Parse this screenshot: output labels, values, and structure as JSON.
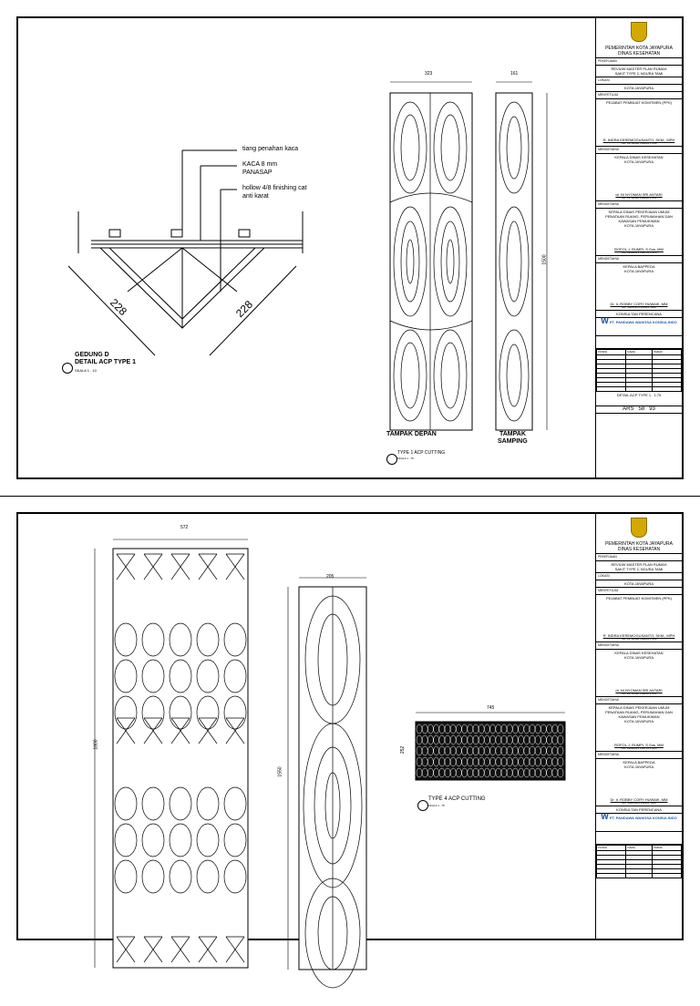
{
  "sheet1": {
    "detail_labels": {
      "label1": "tiang penahan kaca",
      "label2a": "KACA 8 mm",
      "label2b": "PANASAP",
      "label3a": "hollow 4/8 finishing cat",
      "label3b": "anti karat",
      "dim_left": "228",
      "dim_right": "228"
    },
    "detail_title": "GEDUNG D",
    "detail_subtitle": "DETAIL ACP TYPE 1",
    "detail_scale": "SKALA 1 : 10",
    "front_width": "323",
    "side_width": "161",
    "height_dim": "1500",
    "front_caption": "TAMPAK DEPAN",
    "side_caption_a": "TAMPAK",
    "side_caption_b": "SAMPING",
    "acp_title": "TYPE 1 ACP CUTTING",
    "acp_scale": "SKALA 1 : 75"
  },
  "sheet2": {
    "panel1_width": "572",
    "panel1_height": "1800",
    "panel2_width": "205",
    "panel2_height": "1550",
    "panel3_width": "745",
    "panel3_height": "252",
    "acp_title": "TYPE 4 ACP CUTTING",
    "acp_scale": "SKALA 1 : 75"
  },
  "titleblock": {
    "org1": "PEMERINTAH KOTA JAYAPURA",
    "org2": "DINAS KESEHATAN",
    "pekerjaan_label": "PEKERJAAN",
    "project1": "REVIUW MASTER PLAN RUMAH",
    "project2": "SAKIT TYPE C NGURA TAMI",
    "lokasi_label": "LOKASI",
    "lokasi": "KOTA JAYAPURA",
    "sign1_label": "MENYETUJUI",
    "sign1_role": "PEJABAT PEMBUAT KOMITMEN (PPK)",
    "sign1_name": "R. INDRA KEREMOGUSANTO, SKM., MPH",
    "sign1_nip": "NIP. 19740906 199803 1 009",
    "sign2_label": "MENGETAHUI",
    "sign2_role1": "KEPALA DINAS KESEHATAN",
    "sign2_role2": "KOTA JAYAPURA",
    "sign2_name": "dr. NI NYOMAN SRI ANTARI",
    "sign2_nip": "NIP. 19760628 199810 2 001",
    "sign3_label": "MENGETAHUI",
    "sign3_role1": "KEPALA DINAS PEKERJAAN UMUM",
    "sign3_role2": "PENATAAN RUANG, PERUMAHAN DAN",
    "sign3_role3": "KAWASAN PEMUKIMAN",
    "sign3_role4": "KOTA JAYAPURA",
    "sign3_name": "ROFOL J. RUMPI, S.Sos, MM",
    "sign3_nip": "NIP. 19690813 199703 1 018",
    "sign4_label": "MENGETAHUI",
    "sign4_role1": "KEPALA BAPPEDA",
    "sign4_role2": "KOTA JAYAPURA",
    "sign4_name": "Dr. Ir. ROBBY CORY HUWAIK, MM",
    "sign4_nip": "NIP. 19680124 199403 1002",
    "konsultan_label": "KONSULTAN PERENCANA",
    "konsultan_name": "PT. PANDAWA WANGSA KONSULINDO",
    "table_head": [
      "POSISI",
      "NAMA",
      "PARAF"
    ],
    "drawing_title": "DETAIL ACP TYPE 1",
    "drawing_scale": "1:75",
    "kode": "ARS",
    "no_gambar": "58",
    "jumlah": "93"
  }
}
